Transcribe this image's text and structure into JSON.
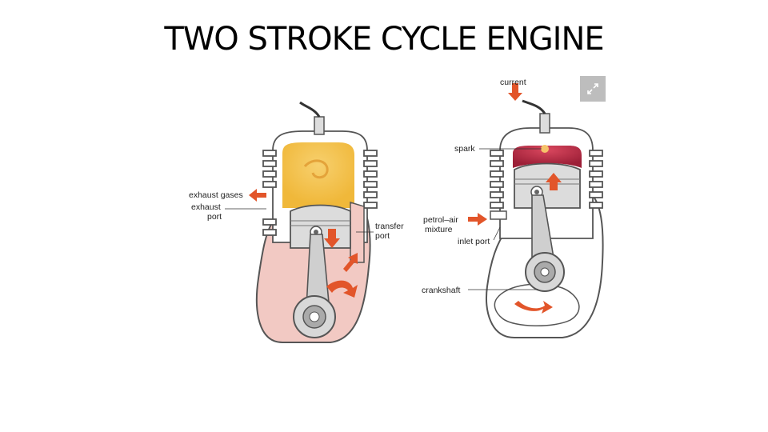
{
  "slide": {
    "title": "TWO STROKE CYCLE ENGINE"
  },
  "diagram": {
    "labels": {
      "exhaust_gases": "exhaust gases",
      "exhaust_port_line1": "exhaust",
      "exhaust_port_line2": "port",
      "transfer_port_line1": "transfer",
      "transfer_port_line2": "port",
      "current": "current",
      "spark": "spark",
      "petrol_air_line1": "petrol–air",
      "petrol_air_line2": "mixture",
      "inlet_port": "inlet port",
      "crankshaft": "crankshaft"
    },
    "colors": {
      "combustion_gas": "#f3c14a",
      "crankcase_mixture": "#f2c9c3",
      "spark_glow": "#b4273f",
      "arrow": "#e2552a",
      "engine_outline": "#555555",
      "piston": "#dcdcdc",
      "expand_button": "#bdbdbd"
    },
    "expand_icon": "expand-icon"
  }
}
